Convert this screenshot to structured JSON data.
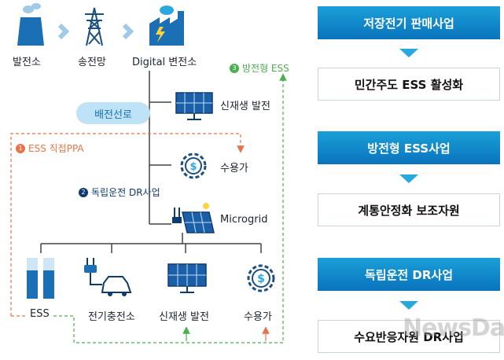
{
  "top_row": {
    "power_plant": "발전소",
    "transmission": "송전망",
    "substation": "Digital 변전소"
  },
  "distribution_line": "배전선로",
  "branches": {
    "renewable": "신재생 발전",
    "consumer": "수용가",
    "microgrid": "Microgrid"
  },
  "annotations": {
    "ess_direct_ppa": {
      "num": "1",
      "text": "ESS 직접PPA"
    },
    "independent_dr": {
      "num": "2",
      "text": "독립운전 DR사업"
    },
    "discharge_ess": {
      "num": "3",
      "text": "방전형 ESS"
    }
  },
  "bottom_row": {
    "ess": "ESS",
    "ev_charging": "전기충전소",
    "renewable": "신재생 발전",
    "consumer": "수용가"
  },
  "right_panel": [
    {
      "title": "저장전기 판매사업",
      "detail": "민간주도 ESS 활성화"
    },
    {
      "title": "방전형 ESS사업",
      "detail": "계통안정화 보조자원"
    },
    {
      "title": "독립운전 DR사업",
      "detail": "수요반응자원 DR사업"
    }
  ],
  "watermark": "NewsDa",
  "colors": {
    "primary_blue": "#0a73bd",
    "accent_orange": "#e8734a",
    "accent_green": "#4caf50",
    "navy": "#0f3a6b"
  }
}
